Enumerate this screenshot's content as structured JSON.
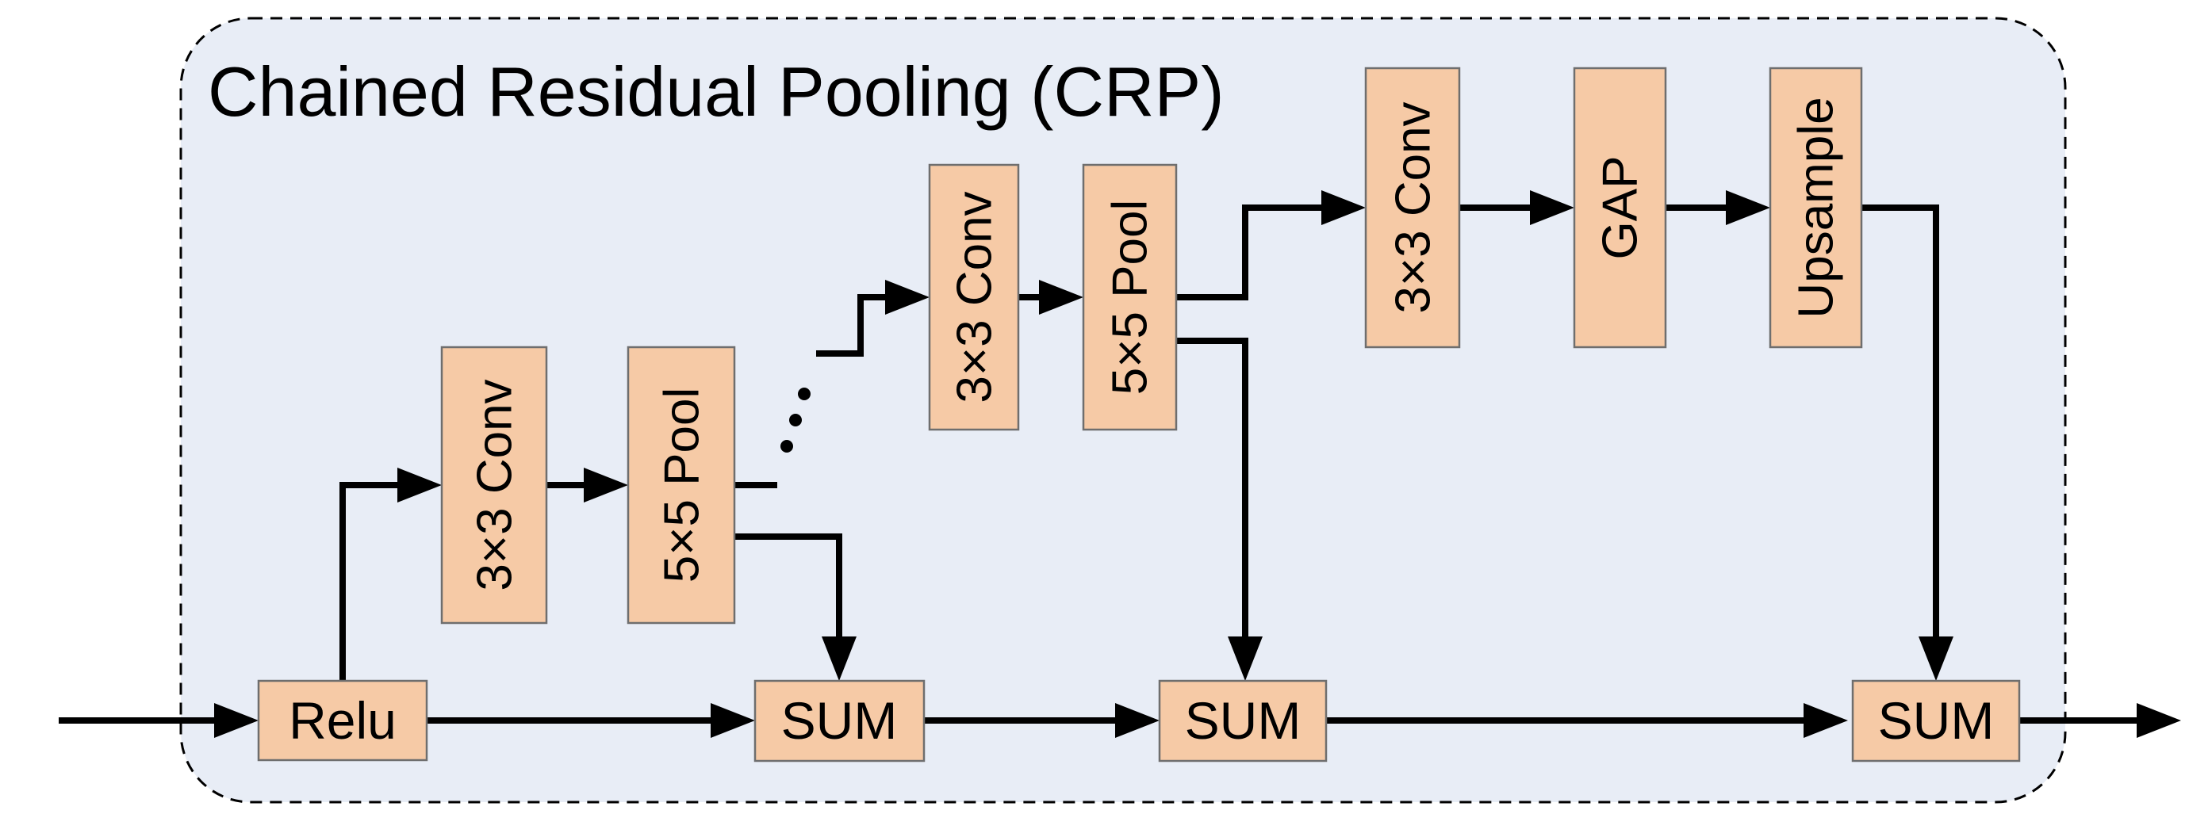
{
  "diagram": {
    "title": "Chained Residual Pooling (CRP)",
    "ellipsis": "...",
    "colors": {
      "container_fill": "#E8EDF6",
      "container_border": "#000000",
      "block_fill": "#F6CAA6",
      "block_border": "#6E6E6E",
      "arrow": "#000000",
      "page_background": "#FFFFFF"
    },
    "nodes": [
      {
        "id": "relu",
        "label": "Relu"
      },
      {
        "id": "conv1",
        "label": "3×3 Conv"
      },
      {
        "id": "pool1",
        "label": "5×5 Pool"
      },
      {
        "id": "conv2",
        "label": "3×3 Conv"
      },
      {
        "id": "pool2",
        "label": "5×5 Pool"
      },
      {
        "id": "conv3",
        "label": "3×3 Conv"
      },
      {
        "id": "gap",
        "label": "GAP"
      },
      {
        "id": "upsample",
        "label": "Upsample"
      },
      {
        "id": "sum1",
        "label": "SUM"
      },
      {
        "id": "sum2",
        "label": "SUM"
      },
      {
        "id": "sum3",
        "label": "SUM"
      }
    ]
  }
}
